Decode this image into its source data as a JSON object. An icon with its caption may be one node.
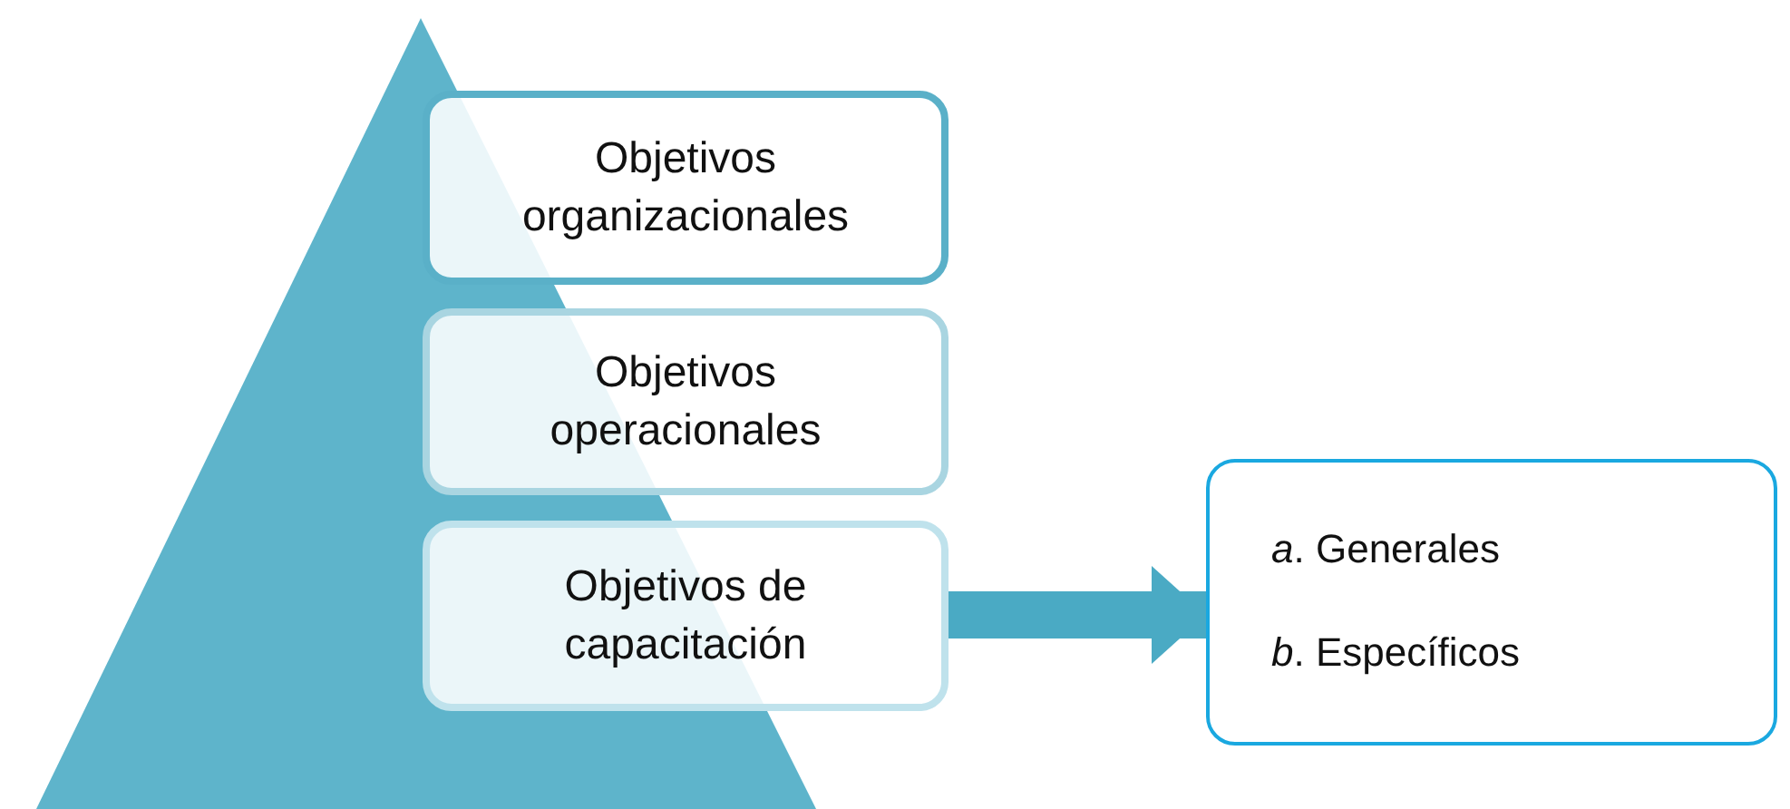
{
  "diagram": {
    "nodes": [
      {
        "text": [
          "Objetivos organizacionales"
        ]
      },
      {
        "text": [
          "Objetivos operacionales"
        ]
      },
      {
        "text": [
          "Objetivos de capacitación"
        ]
      },
      {
        "text": [
          "*a*. Generales",
          "*b*. Específicos"
        ]
      }
    ],
    "edges": [
      {
        "from": 2,
        "to": 3,
        "arrow": "to"
      }
    ]
  }
}
